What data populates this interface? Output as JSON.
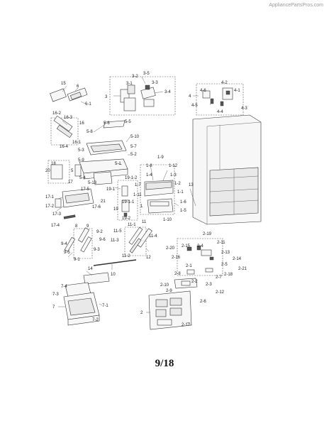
{
  "watermark": "AppliancePartsPros.com",
  "page_label": "9/18",
  "callouts": [
    {
      "id": "c15",
      "text": "15"
    },
    {
      "id": "c6",
      "text": "6"
    },
    {
      "id": "c6_1",
      "text": "6-1"
    },
    {
      "id": "c3_2",
      "text": "3-2"
    },
    {
      "id": "c3_5",
      "text": "3-5"
    },
    {
      "id": "c3_3",
      "text": "3-3"
    },
    {
      "id": "c3_1",
      "text": "3-1"
    },
    {
      "id": "c3",
      "text": "3"
    },
    {
      "id": "c3_4",
      "text": "3-4"
    },
    {
      "id": "c4_2",
      "text": "4-2"
    },
    {
      "id": "c4",
      "text": "4"
    },
    {
      "id": "c4_6",
      "text": "4-6"
    },
    {
      "id": "c4_1",
      "text": "4-1"
    },
    {
      "id": "c4_5",
      "text": "4-5"
    },
    {
      "id": "c4_4",
      "text": "4-4"
    },
    {
      "id": "c4_3",
      "text": "4-3"
    },
    {
      "id": "c16_2",
      "text": "16-2"
    },
    {
      "id": "c16_3",
      "text": "16-3"
    },
    {
      "id": "c16",
      "text": "16"
    },
    {
      "id": "c16_4",
      "text": "16-4"
    },
    {
      "id": "c16_1",
      "text": "16-1"
    },
    {
      "id": "c5_6",
      "text": "5-6"
    },
    {
      "id": "c5_5",
      "text": "5-5"
    },
    {
      "id": "c5_8",
      "text": "5-8"
    },
    {
      "id": "c5_10",
      "text": "5-10"
    },
    {
      "id": "c5_7",
      "text": "5-7"
    },
    {
      "id": "c5_3",
      "text": "5-3"
    },
    {
      "id": "c5_2",
      "text": "5-2"
    },
    {
      "id": "c5_9",
      "text": "5-9"
    },
    {
      "id": "c5",
      "text": "5"
    },
    {
      "id": "c5_1",
      "text": "5-1"
    },
    {
      "id": "c5_4",
      "text": "5-4"
    },
    {
      "id": "c18",
      "text": "18"
    },
    {
      "id": "c20",
      "text": "20"
    },
    {
      "id": "c17",
      "text": "17"
    },
    {
      "id": "c5_13",
      "text": "5-13"
    },
    {
      "id": "c17_5",
      "text": "17-5"
    },
    {
      "id": "c19_1",
      "text": "19-1"
    },
    {
      "id": "c1_9",
      "text": "1-9"
    },
    {
      "id": "c1_8",
      "text": "1-8"
    },
    {
      "id": "c1_12",
      "text": "1-12"
    },
    {
      "id": "c1_4",
      "text": "1-4"
    },
    {
      "id": "c1_3",
      "text": "1-3"
    },
    {
      "id": "c19_1_2",
      "text": "19-1-2"
    },
    {
      "id": "c1_2",
      "text": "1-2"
    },
    {
      "id": "c1_7",
      "text": "1-7"
    },
    {
      "id": "c1_11",
      "text": "1-11"
    },
    {
      "id": "c1_1",
      "text": "1-1"
    },
    {
      "id": "c1_6",
      "text": "1-6"
    },
    {
      "id": "c19_1_1",
      "text": "19-1-1"
    },
    {
      "id": "c1",
      "text": "1"
    },
    {
      "id": "c1_5",
      "text": "1-5"
    },
    {
      "id": "c19",
      "text": "19"
    },
    {
      "id": "c19_2",
      "text": "19-2"
    },
    {
      "id": "c1_10",
      "text": "1-10"
    },
    {
      "id": "c13",
      "text": "13"
    },
    {
      "id": "c17_1",
      "text": "17-1"
    },
    {
      "id": "c17_2",
      "text": "17-2"
    },
    {
      "id": "c17_3",
      "text": "17-3"
    },
    {
      "id": "c17_6",
      "text": "17-6"
    },
    {
      "id": "c21",
      "text": "21"
    },
    {
      "id": "c17_4",
      "text": "17-4"
    },
    {
      "id": "c8",
      "text": "8"
    },
    {
      "id": "c9",
      "text": "9"
    },
    {
      "id": "c9_2",
      "text": "9-2"
    },
    {
      "id": "c9_6",
      "text": "9-6"
    },
    {
      "id": "c9_4",
      "text": "9-4"
    },
    {
      "id": "c9_3",
      "text": "9-3"
    },
    {
      "id": "c9_5",
      "text": "9-5"
    },
    {
      "id": "c9_1",
      "text": "9-1"
    },
    {
      "id": "c11",
      "text": "11"
    },
    {
      "id": "c11_1",
      "text": "11-1"
    },
    {
      "id": "c11_5",
      "text": "11-5"
    },
    {
      "id": "c11_4",
      "text": "11-4"
    },
    {
      "id": "c11_3",
      "text": "11-3"
    },
    {
      "id": "c11_2",
      "text": "11-2"
    },
    {
      "id": "c12",
      "text": "12"
    },
    {
      "id": "c2_19",
      "text": "2-19"
    },
    {
      "id": "c2_11",
      "text": "2-11"
    },
    {
      "id": "c2_20",
      "text": "2-20"
    },
    {
      "id": "c2_15",
      "text": "2-15"
    },
    {
      "id": "c2_4",
      "text": "2-4"
    },
    {
      "id": "c2_13",
      "text": "2-13"
    },
    {
      "id": "c2_16",
      "text": "2-16"
    },
    {
      "id": "c2_14",
      "text": "2-14"
    },
    {
      "id": "c2_5",
      "text": "2-5"
    },
    {
      "id": "c2_1",
      "text": "2-1"
    },
    {
      "id": "c2_21",
      "text": "2-21"
    },
    {
      "id": "c2_18",
      "text": "2-18"
    },
    {
      "id": "c2_8",
      "text": "2-8"
    },
    {
      "id": "c2_7",
      "text": "2-7"
    },
    {
      "id": "c2_2",
      "text": "2-2"
    },
    {
      "id": "c2_3",
      "text": "2-3"
    },
    {
      "id": "c2_10",
      "text": "2-10"
    },
    {
      "id": "c2_9",
      "text": "2-9"
    },
    {
      "id": "c2_12",
      "text": "2-12"
    },
    {
      "id": "c2_6",
      "text": "2-6"
    },
    {
      "id": "c2",
      "text": "2"
    },
    {
      "id": "c2_17",
      "text": "2-17"
    },
    {
      "id": "c10",
      "text": "10"
    },
    {
      "id": "c14",
      "text": "14"
    },
    {
      "id": "c7_4",
      "text": "7-4"
    },
    {
      "id": "c7_3",
      "text": "7-3"
    },
    {
      "id": "c7",
      "text": "7"
    },
    {
      "id": "c7_1",
      "text": "7-1"
    },
    {
      "id": "c7_2",
      "text": "7-2"
    }
  ]
}
